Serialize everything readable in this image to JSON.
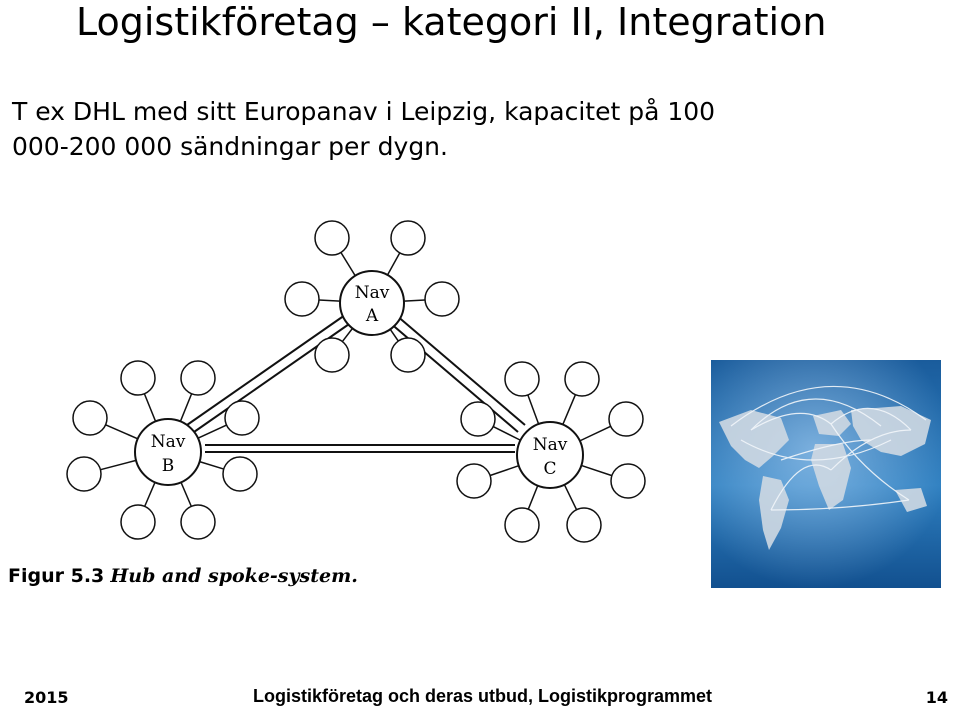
{
  "slide": {
    "title": "Logistikföretag – kategori II, Integration",
    "body_line1": "T ex DHL med sitt Europanav i Leipzig, kapacitet på 100",
    "body_line2": "000-200 000 sändningar per dygn."
  },
  "figure": {
    "caption_number": "Figur 5.3",
    "caption_text": "Hub and spoke-system.",
    "hub_a_line1": "Nav",
    "hub_a_line2": "A",
    "hub_b_line1": "Nav",
    "hub_b_line2": "B",
    "hub_c_line1": "Nav",
    "hub_c_line2": "C"
  },
  "footer": {
    "year": "2015",
    "center_text": "Logistikföretag och deras utbud, Logistikprogrammet",
    "page_number": "14"
  }
}
